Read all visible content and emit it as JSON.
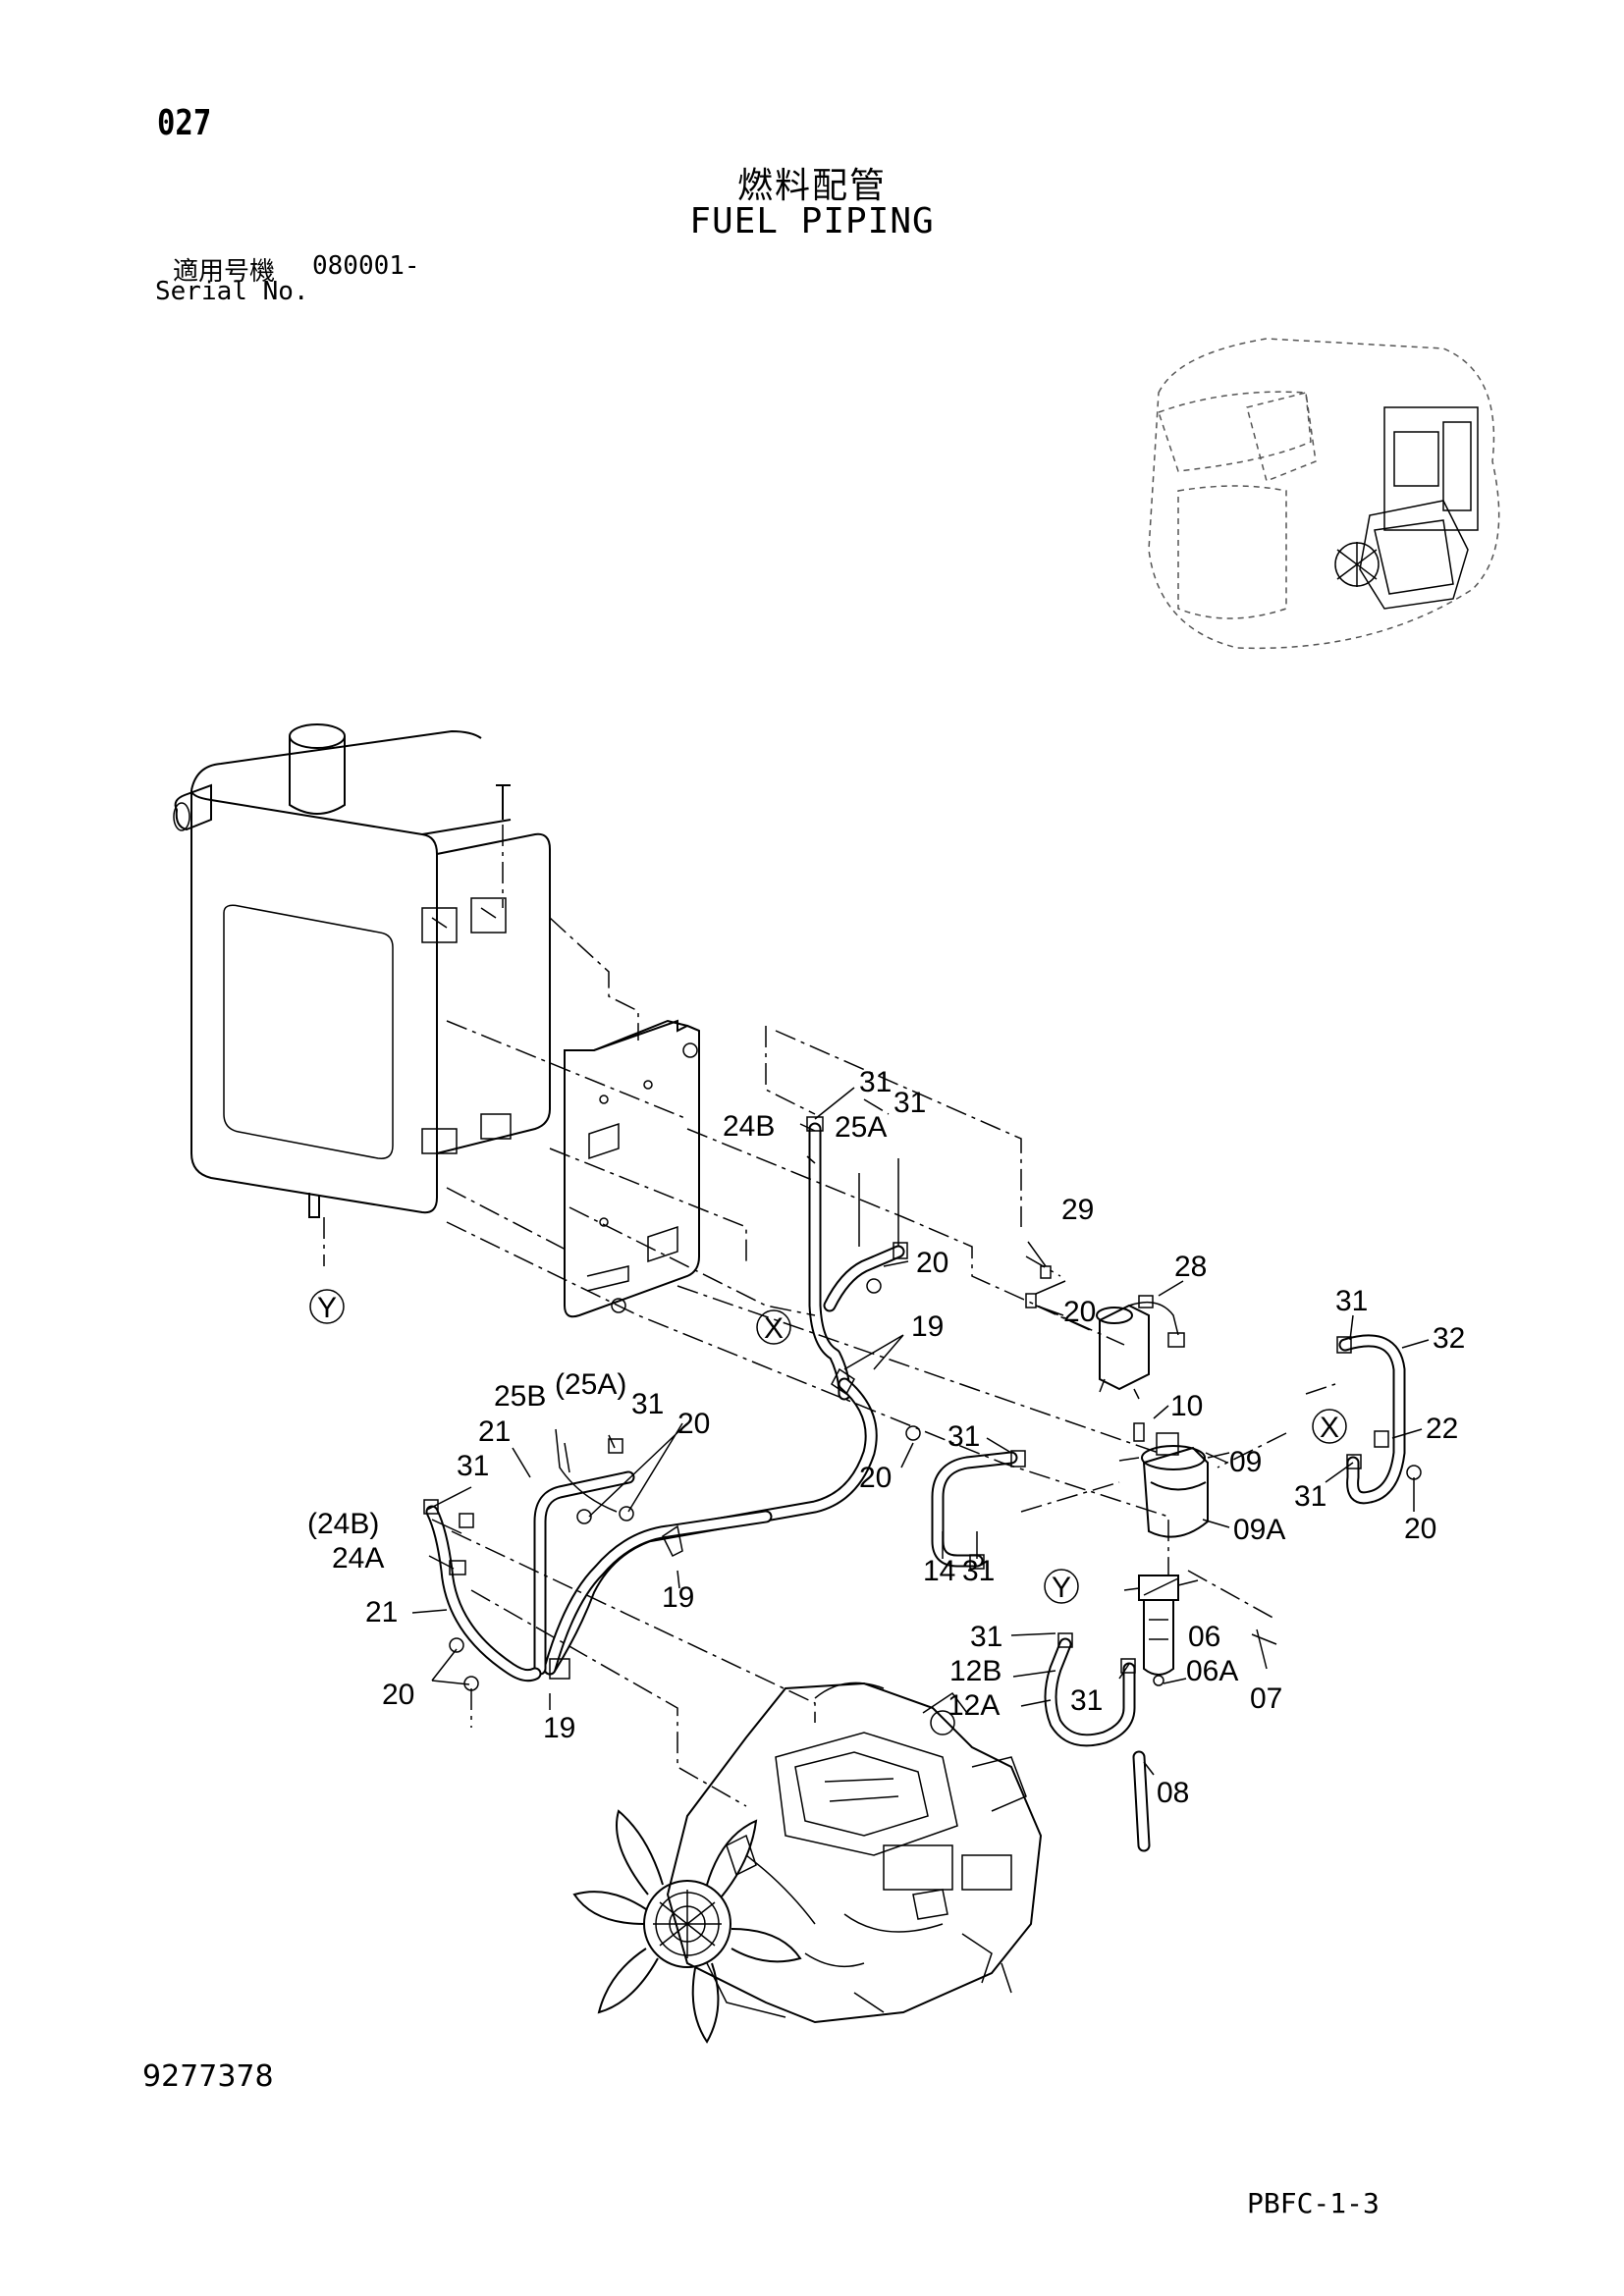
{
  "header": {
    "page_no": "027",
    "title_jp": "燃料配管",
    "title_en": "FUEL PIPING",
    "serial_label_jp": "適用号機",
    "serial_value": "080001-",
    "serial_label_en": "Serial No."
  },
  "footer": {
    "doc_no": "9277378",
    "page_code": "PBFC-1-3"
  },
  "callouts": {
    "c31_a": "31",
    "c24B": "24B",
    "c25A": "25A",
    "c31_b": "31",
    "c29": "29",
    "c20_a": "20",
    "c28": "28",
    "c20_b": "20",
    "c19_a": "19",
    "c31_c": "31",
    "c32": "32",
    "c22": "22",
    "c31_d": "31",
    "c20_c": "20",
    "c10": "10",
    "c09": "09",
    "c09A": "09A",
    "c31_e": "31",
    "c20_d": "20",
    "c14": "14",
    "c31_f": "31",
    "c25B": "25B",
    "c25A_p": "(25A)",
    "c31_g": "31",
    "c20_e": "20",
    "c21_a": "21",
    "c31_h": "31",
    "c24B_p": "(24B)",
    "c24A": "24A",
    "c21_b": "21",
    "c20_f": "20",
    "c19_b": "19",
    "c19_c": "19",
    "c06": "06",
    "c06A": "06A",
    "c07": "07",
    "c31_i": "31",
    "c12B": "12B",
    "c31_j": "31",
    "c12A": "12A",
    "c08": "08"
  },
  "view_markers": {
    "x1": "X",
    "x2": "X",
    "y1": "Y",
    "y2": "Y"
  }
}
